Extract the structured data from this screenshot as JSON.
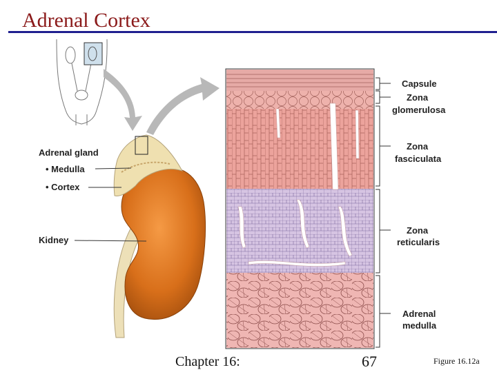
{
  "slide": {
    "title": "Adrenal Cortex"
  },
  "figure": {
    "left_labels": {
      "gland": "Adrenal gland",
      "medulla": "• Medulla",
      "cortex": "• Cortex",
      "kidney": "Kidney"
    },
    "layers": [
      {
        "line1": "Capsule",
        "line2": ""
      },
      {
        "line1": "Zona",
        "line2": "glomerulosa"
      },
      {
        "line1": "Zona",
        "line2": "fasciculata"
      },
      {
        "line1": "Zona",
        "line2": "reticularis"
      },
      {
        "line1": "Adrenal",
        "line2": "medulla"
      }
    ],
    "colors": {
      "capsule": "#e6aaa6",
      "glomerulosa": "#eeb2ac",
      "fasciculata": "#eca39c",
      "reticularis": "#d6c4e2",
      "medulla": "#efb6b3",
      "kidney": "#d86f1a",
      "adrenal": "#efe0b0"
    }
  },
  "footer": {
    "chapter": "Chapter 16:",
    "page": "67",
    "figure_ref": "Figure 16.12a"
  }
}
